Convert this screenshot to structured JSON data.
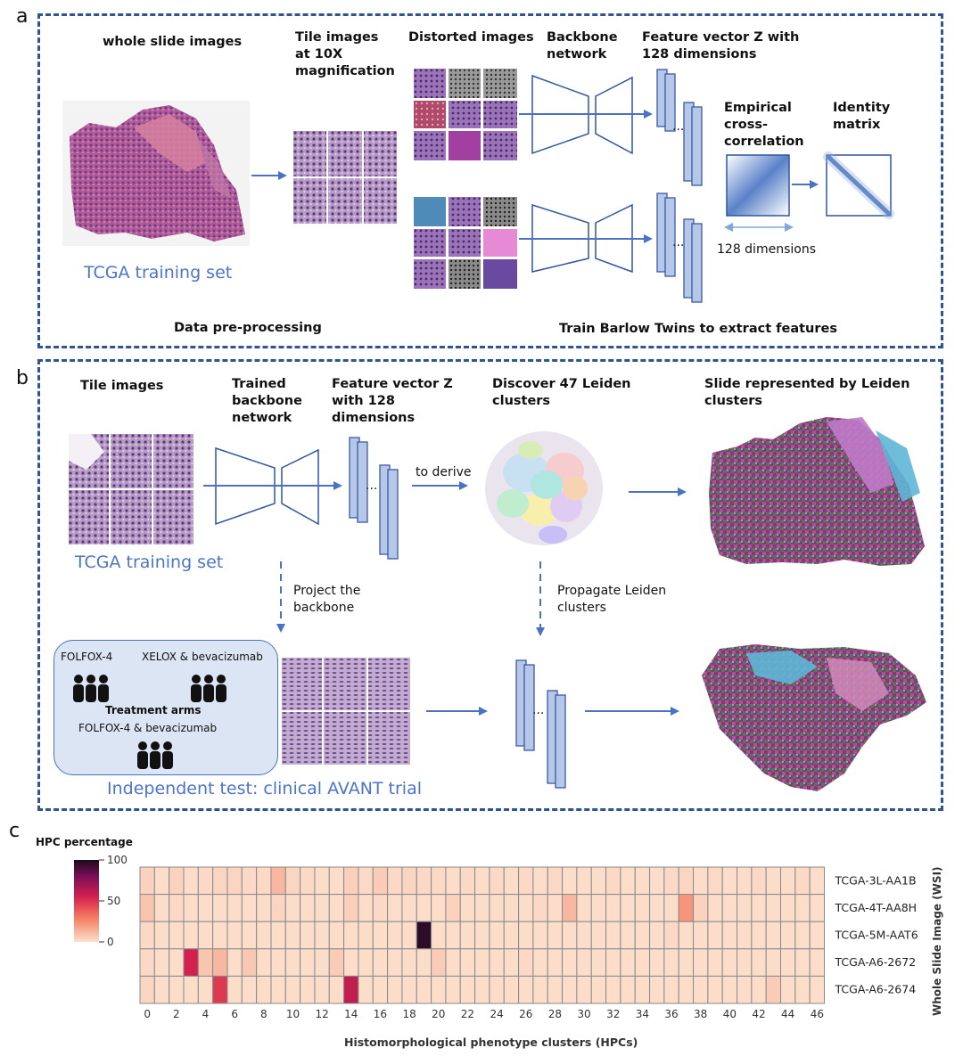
{
  "colors": {
    "dash": "#2f5591",
    "arrow": "#4a72c4",
    "feature_fill": "#b6c8ea",
    "feature_stroke": "#3a5aa0",
    "treat_fill": "#dbe5f4"
  },
  "panel_a": {
    "letter": "a",
    "wsi_title": "whole slide images",
    "tile_title": [
      "Tile images",
      "at 10X",
      "magnification"
    ],
    "distorted_title": "Distorted images",
    "backbone_title": [
      "Backbone",
      "network"
    ],
    "feature_title": [
      "Feature vector Z with",
      "128 dimensions"
    ],
    "crosscorr_title": [
      "Empirical",
      "cross-",
      "correlation"
    ],
    "identity_title": [
      "Identity",
      "matrix"
    ],
    "dims_label": "128 dimensions",
    "training_set": "TCGA training set",
    "preproc_label": "Data pre-processing",
    "train_label": "Train Barlow Twins to extract features"
  },
  "panel_b": {
    "letter": "b",
    "tile_title": "Tile images",
    "backbone_title": [
      "Trained",
      "backbone",
      "network"
    ],
    "feature_title": [
      "Feature vector Z",
      "with 128",
      "dimensions"
    ],
    "leiden_title": [
      "Discover 47 Leiden",
      "clusters"
    ],
    "slide_title": [
      "Slide represented by Leiden",
      "clusters"
    ],
    "to_derive": "to derive",
    "training_set": "TCGA training set",
    "project_label": [
      "Project the",
      "backbone"
    ],
    "propagate_label": [
      "Propagate Leiden",
      "clusters"
    ],
    "arm1": "FOLFOX-4",
    "arm2": "XELOX & bevacizumab",
    "arms_title": "Treatment arms",
    "arm3": "FOLFOX-4 & bevacizumab",
    "test_label": "Independent test:  clinical AVANT trial"
  },
  "panel_c": {
    "letter": "c",
    "colorbar_title": "HPC percentage",
    "colorbar_ticks": [
      "100",
      "50",
      "0"
    ]
  },
  "chart_data": {
    "type": "heatmap",
    "xlabel": "Histomorphological phenotype clusters (HPCs)",
    "ylabel": "Whole Slide Image (WSI)",
    "x_tick_labels": [
      "0",
      "2",
      "4",
      "6",
      "8",
      "10",
      "12",
      "14",
      "16",
      "18",
      "20",
      "22",
      "24",
      "26",
      "28",
      "30",
      "32",
      "34",
      "36",
      "38",
      "40",
      "42",
      "44",
      "46"
    ],
    "rows": [
      "TCGA-3L-AA1B",
      "TCGA-4T-AA8H",
      "TCGA-5M-AAT6",
      "TCGA-A6-2672",
      "TCGA-A6-2674"
    ],
    "columns": 47,
    "color_range": [
      0,
      100
    ],
    "values": [
      [
        4,
        1,
        4,
        1,
        2,
        3,
        3,
        2,
        2,
        12,
        3,
        2,
        1,
        1,
        5,
        2,
        6,
        2,
        3,
        2,
        2,
        1,
        2,
        1,
        2,
        1,
        2,
        1,
        2,
        1,
        1,
        1,
        2,
        1,
        1,
        1,
        2,
        3,
        1,
        2,
        1,
        1,
        2,
        1,
        1,
        2,
        1
      ],
      [
        8,
        1,
        2,
        1,
        1,
        1,
        1,
        1,
        1,
        3,
        1,
        1,
        1,
        1,
        5,
        1,
        2,
        1,
        1,
        1,
        1,
        4,
        1,
        1,
        1,
        1,
        1,
        2,
        1,
        12,
        1,
        1,
        1,
        1,
        1,
        1,
        1,
        22,
        4,
        1,
        1,
        1,
        1,
        1,
        1,
        1,
        1
      ],
      [
        2,
        1,
        1,
        1,
        1,
        1,
        1,
        1,
        1,
        1,
        1,
        1,
        1,
        1,
        1,
        1,
        1,
        1,
        1,
        96,
        1,
        1,
        1,
        1,
        1,
        1,
        1,
        1,
        1,
        1,
        1,
        1,
        1,
        1,
        1,
        1,
        2,
        1,
        1,
        1,
        1,
        1,
        1,
        1,
        1,
        1,
        1
      ],
      [
        2,
        1,
        1,
        55,
        8,
        12,
        1,
        7,
        1,
        1,
        1,
        1,
        1,
        6,
        1,
        1,
        1,
        1,
        1,
        1,
        6,
        1,
        1,
        1,
        1,
        1,
        2,
        1,
        1,
        1,
        1,
        1,
        1,
        1,
        1,
        1,
        1,
        1,
        1,
        1,
        1,
        1,
        1,
        1,
        1,
        1,
        1
      ],
      [
        3,
        1,
        1,
        1,
        1,
        48,
        1,
        1,
        1,
        1,
        1,
        1,
        1,
        1,
        60,
        1,
        1,
        1,
        1,
        1,
        1,
        1,
        1,
        1,
        1,
        1,
        1,
        1,
        1,
        1,
        1,
        1,
        1,
        1,
        1,
        1,
        1,
        1,
        1,
        1,
        1,
        1,
        1,
        6,
        1,
        1,
        1
      ]
    ]
  }
}
